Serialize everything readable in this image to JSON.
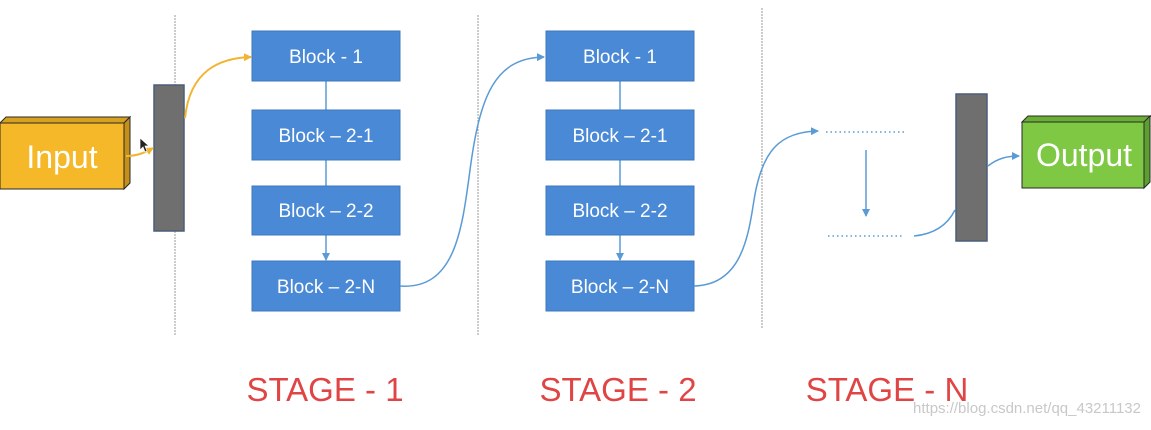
{
  "diagram": {
    "input_label": "Input",
    "output_label": "Output",
    "stages": [
      {
        "label": "STAGE - 1",
        "blocks": [
          "Block - 1",
          "Block – 2-1",
          "Block – 2-2",
          "Block – 2-N"
        ]
      },
      {
        "label": "STAGE - 2",
        "blocks": [
          "Block - 1",
          "Block – 2-1",
          "Block – 2-2",
          "Block – 2-N"
        ]
      },
      {
        "label": "STAGE - N",
        "ellipsis_top": "·············",
        "ellipsis_bottom": "·············"
      }
    ],
    "watermark": "https://blog.csdn.net/qq_43211132",
    "colors": {
      "block_fill": "#4a89d6",
      "block_stroke": "#3f78bf",
      "input_fill": "#f5b829",
      "output_fill": "#7ec843",
      "connector_bar": "#6f6f6f",
      "arrow_blue": "#5b9bd5",
      "arrow_orange": "#f2b532",
      "stage_text": "#e04545",
      "divider": "#9a9a9a"
    }
  }
}
